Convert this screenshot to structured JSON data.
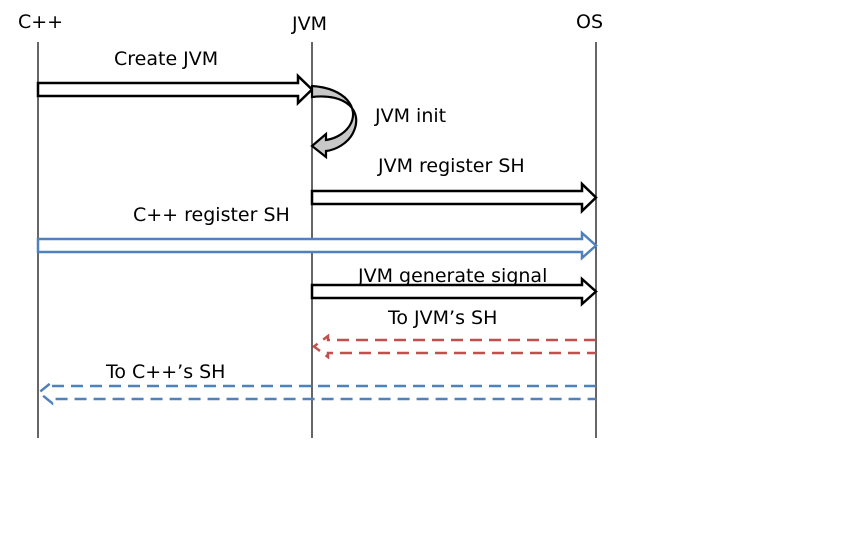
{
  "colors": {
    "lifeline": "#000000",
    "black_arrow": "#000000",
    "blue_arrow": "#4f81bd",
    "red_arrow": "#c0504d",
    "self_loop_fill": "#c8c8c8"
  },
  "participants": [
    {
      "id": "cpp",
      "label": "C++"
    },
    {
      "id": "jvm",
      "label": "JVM"
    },
    {
      "id": "os",
      "label": "OS"
    }
  ],
  "messages": [
    {
      "id": "create-jvm",
      "label": "Create JVM",
      "from": "cpp",
      "to": "jvm",
      "style": "solid",
      "color": "black_arrow"
    },
    {
      "id": "jvm-init",
      "label": "JVM init",
      "from": "jvm",
      "to": "jvm",
      "style": "self",
      "color": "black_arrow"
    },
    {
      "id": "jvm-register-sh",
      "label": "JVM register SH",
      "from": "jvm",
      "to": "os",
      "style": "solid",
      "color": "black_arrow"
    },
    {
      "id": "cpp-register-sh",
      "label": "C++ register SH",
      "from": "cpp",
      "to": "os",
      "style": "solid",
      "color": "blue_arrow"
    },
    {
      "id": "jvm-generate-signal",
      "label": "JVM generate signal",
      "from": "jvm",
      "to": "os",
      "style": "solid",
      "color": "black_arrow"
    },
    {
      "id": "to-jvm-sh",
      "label": "To JVM’s SH",
      "from": "os",
      "to": "jvm",
      "style": "dashed",
      "color": "red_arrow"
    },
    {
      "id": "to-cpp-sh",
      "label": "To C++’s SH",
      "from": "os",
      "to": "cpp",
      "style": "dashed",
      "color": "blue_arrow"
    }
  ]
}
